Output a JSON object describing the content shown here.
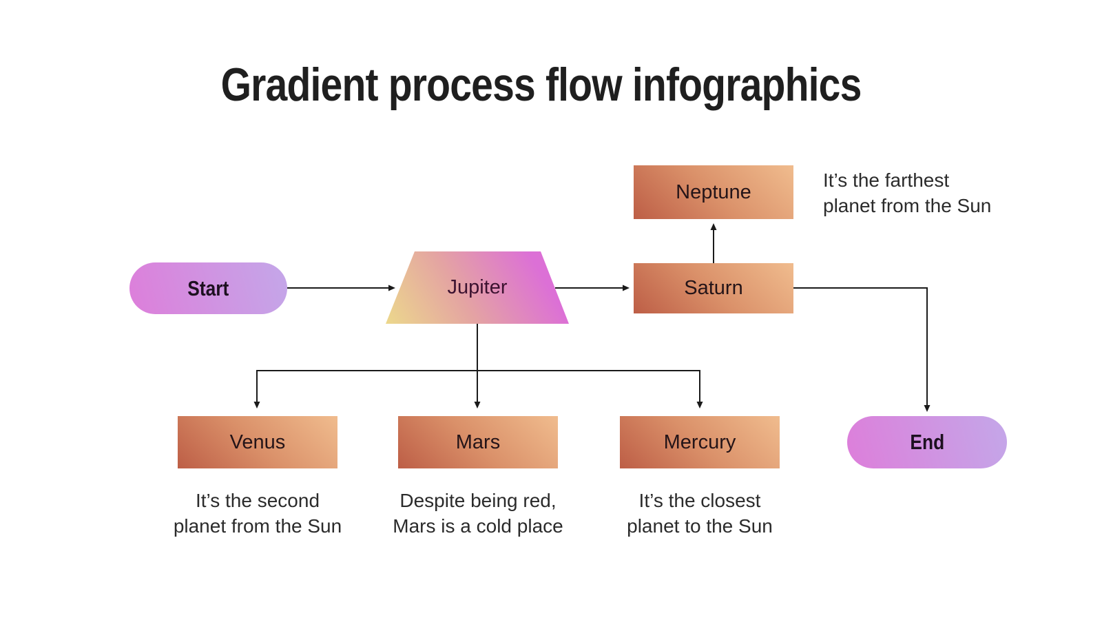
{
  "title": "Gradient process flow infographics",
  "nodes": {
    "start": {
      "label": "Start",
      "shape": "pill"
    },
    "jupiter": {
      "label": "Jupiter",
      "shape": "trapezoid"
    },
    "saturn": {
      "label": "Saturn",
      "shape": "rectangle"
    },
    "neptune": {
      "label": "Neptune",
      "shape": "rectangle"
    },
    "venus": {
      "label": "Venus",
      "shape": "rectangle"
    },
    "mars": {
      "label": "Mars",
      "shape": "rectangle"
    },
    "mercury": {
      "label": "Mercury",
      "shape": "rectangle"
    },
    "end": {
      "label": "End",
      "shape": "pill"
    }
  },
  "edges": [
    {
      "from": "start",
      "to": "jupiter"
    },
    {
      "from": "jupiter",
      "to": "saturn"
    },
    {
      "from": "saturn",
      "to": "neptune"
    },
    {
      "from": "saturn",
      "to": "end"
    },
    {
      "from": "jupiter",
      "to": "venus"
    },
    {
      "from": "jupiter",
      "to": "mars"
    },
    {
      "from": "jupiter",
      "to": "mercury"
    }
  ],
  "annotations": {
    "neptune_note": {
      "line1": "It’s the farthest",
      "line2": "planet from the Sun"
    },
    "venus_note": {
      "line1": "It’s the second",
      "line2": "planet from the Sun"
    },
    "mars_note": {
      "line1": "Despite being red,",
      "line2": "Mars is a cold place"
    },
    "mercury_note": {
      "line1": "It’s the closest",
      "line2": "planet to the Sun"
    }
  },
  "colors": {
    "background": "#ffffff",
    "title_text": "#1f1f1f",
    "connector": "#1a1a1a",
    "pill_gradient": [
      "#dd7eda",
      "#c5a5e8"
    ],
    "rect_gradient": [
      "#bd5e46",
      "#da9069",
      "#f0bc8e"
    ],
    "trapezoid_gradient": [
      "#ecd88c",
      "#e4a4a2",
      "#dc70d6"
    ]
  }
}
